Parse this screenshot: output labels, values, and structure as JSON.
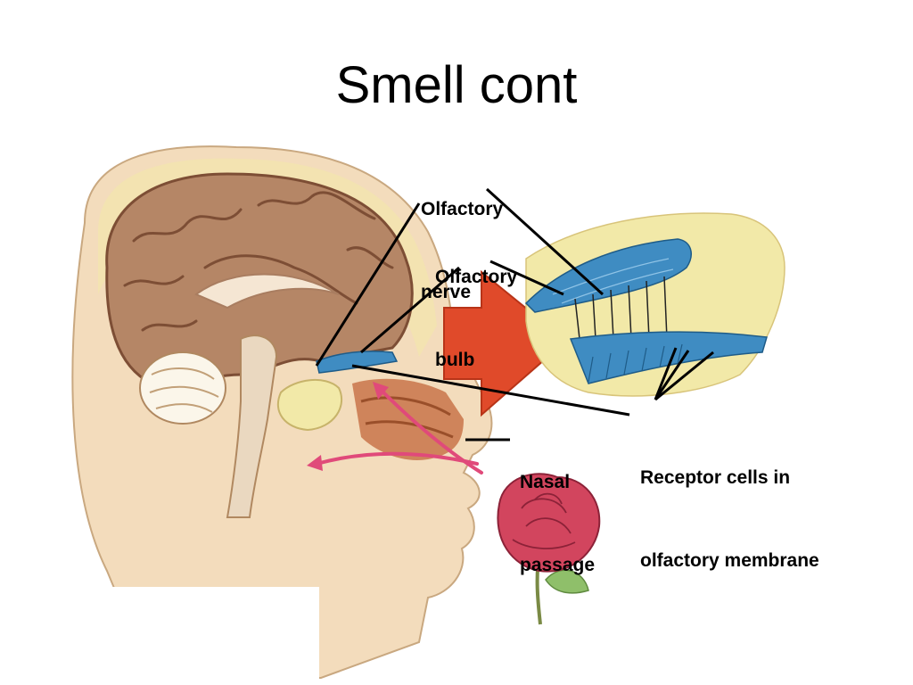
{
  "title": "Smell cont",
  "labels": {
    "olfactory_nerve": [
      "Olfactory",
      "nerve"
    ],
    "olfactory_bulb": [
      "Olfactory",
      "bulb"
    ],
    "nasal_passage": [
      "Nasal",
      "passage"
    ],
    "receptor_cells": [
      "Receptor cells in",
      "olfactory membrane"
    ]
  },
  "colors": {
    "skin": "#f3dcbc",
    "brain": "#b58666",
    "brain_dark": "#7d4e35",
    "bone": "#f2e9a8",
    "bulb_blue": "#3f8cc2",
    "arrow_red": "#e04a2a",
    "airflow_pink": "#e04a7a",
    "rose": "#d2455e",
    "leaf": "#8fbf6a"
  }
}
